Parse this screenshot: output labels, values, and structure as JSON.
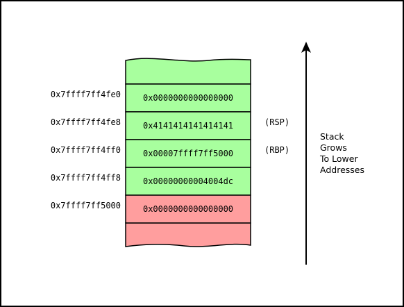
{
  "colors": {
    "background": "#ffffff",
    "stack_green": "#a8ff9e",
    "stack_red": "#ff9e9e",
    "border": "#000000"
  },
  "stack": {
    "rows": [
      {
        "address": "0x7ffff7ff4fe0",
        "value": "0x0000000000000000",
        "register": "",
        "color": "green"
      },
      {
        "address": "0x7ffff7ff4fe8",
        "value": "0x4141414141414141",
        "register": "(RSP)",
        "color": "green"
      },
      {
        "address": "0x7ffff7ff4ff0",
        "value": "0x00007ffff7ff5000",
        "register": "(RBP)",
        "color": "green"
      },
      {
        "address": "0x7ffff7ff4ff8",
        "value": "0x00000000004004dc",
        "register": "",
        "color": "green"
      },
      {
        "address": "0x7ffff7ff5000",
        "value": "0x0000000000000000",
        "register": "",
        "color": "red"
      }
    ]
  },
  "growth_label": {
    "lines": [
      "Stack",
      "Grows",
      "To Lower",
      "Addresses"
    ]
  },
  "icons": {
    "arrow": "up-arrow-icon",
    "stack_top": "wavy-edge-icon",
    "stack_bottom": "wavy-edge-icon"
  }
}
